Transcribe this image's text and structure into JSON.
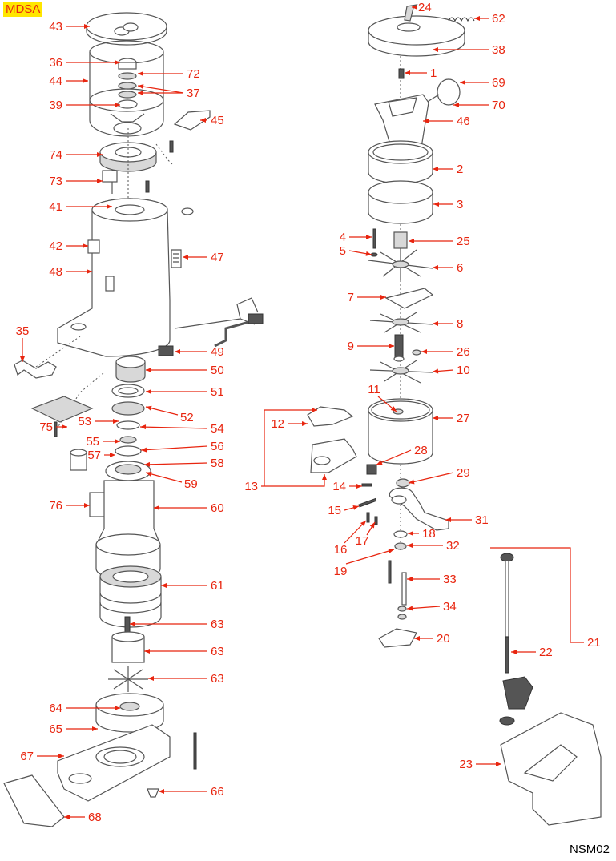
{
  "model_badge": "MDSA",
  "drawing_code": "NSM02",
  "colors": {
    "label": "#e8250f",
    "badge_bg": "#ffe600"
  },
  "callouts": [
    "43",
    "36",
    "44",
    "39",
    "74",
    "73",
    "41",
    "42",
    "48",
    "72",
    "37",
    "45",
    "47",
    "49",
    "50",
    "51",
    "52",
    "54",
    "56",
    "58",
    "59",
    "60",
    "61",
    "63",
    "63",
    "63",
    "66",
    "53",
    "55",
    "57",
    "75",
    "76",
    "64",
    "65",
    "67",
    "68",
    "35",
    "24",
    "62",
    "38",
    "1",
    "69",
    "70",
    "46",
    "2",
    "3",
    "25",
    "6",
    "8",
    "26",
    "10",
    "27",
    "28",
    "29",
    "31",
    "18",
    "32",
    "33",
    "34",
    "20",
    "22",
    "21",
    "4",
    "5",
    "7",
    "9",
    "11",
    "12",
    "13",
    "14",
    "15",
    "16",
    "17",
    "19",
    "23"
  ]
}
